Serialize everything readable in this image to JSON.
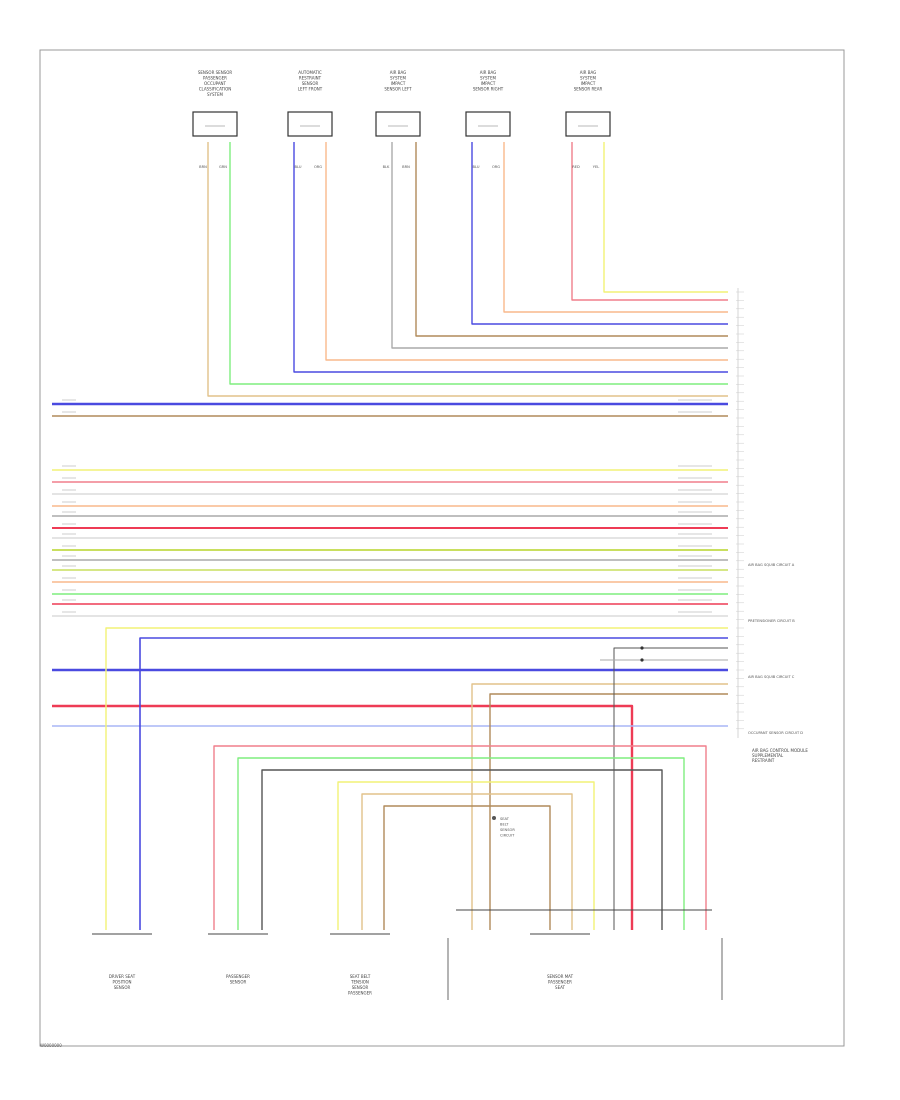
{
  "diagram": {
    "footer_code": "W0000000",
    "colors": {
      "yel": "#f2f276",
      "pnk": "#f07f8c",
      "red": "#ee3b55",
      "org": "#f9b98b",
      "blu": "#4a4ae0",
      "lt_blu": "#a9b6f5",
      "grn": "#7fee7f",
      "lt_grn": "#c7f4a5",
      "brn": "#b08a5a",
      "tan": "#e2c28a",
      "gry": "#aaaaaa",
      "dk_gry": "#555555",
      "wht": "#dcdcdc",
      "yel_grn": "#c9df5f",
      "frame": "#999999"
    },
    "top_components": [
      {
        "id": "comp-1",
        "caption_lines": [
          "SENSOR SENSOR",
          "PASSENGER",
          "OCCUPANT",
          "CLASSIFICATION",
          "SYSTEM"
        ],
        "wire_labels": [
          "BRN",
          "GRN"
        ]
      },
      {
        "id": "comp-2",
        "caption_lines": [
          "AUTOMATIC",
          "RESTRAINT",
          "SENSOR",
          "LEFT FRONT"
        ],
        "wire_labels": [
          "BLU",
          "ORG"
        ]
      },
      {
        "id": "comp-3",
        "caption_lines": [
          "AIR BAG",
          "SYSTEM",
          "IMPACT",
          "SENSOR LEFT"
        ],
        "wire_labels": [
          "BLK",
          "BRN"
        ]
      },
      {
        "id": "comp-4",
        "caption_lines": [
          "AIR BAG",
          "SYSTEM",
          "IMPACT",
          "SENSOR RIGHT"
        ],
        "wire_labels": [
          "BLU",
          "ORG"
        ]
      },
      {
        "id": "comp-5",
        "caption_lines": [
          "AIR BAG",
          "SYSTEM",
          "IMPACT",
          "SENSOR REAR"
        ],
        "wire_labels": [
          "RED",
          "YEL"
        ]
      }
    ],
    "bottom_components": [
      {
        "id": "bcomp-1",
        "caption_lines": [
          "DRIVER SEAT",
          "POSITION",
          "SENSOR"
        ]
      },
      {
        "id": "bcomp-2",
        "caption_lines": [
          "PASSENGER",
          "SENSOR"
        ]
      },
      {
        "id": "bcomp-3",
        "caption_lines": [
          "SEAT BELT",
          "TENSION",
          "SENSOR",
          "PASSENGER"
        ]
      },
      {
        "id": "bcomp-4",
        "caption_lines": [
          "SENSOR MAT",
          "PASSENGER",
          "SEAT"
        ]
      }
    ],
    "module_caption_lines": [
      "AIR BAG CONTROL MODULE",
      "SUPPLEMENTAL",
      "RESTRAINT"
    ],
    "side_notes": [
      "AIR BAG SQUIB CIRCUIT A",
      "PRETENSIONER CIRCUIT B",
      "AIR BAG SQUIB CIRCUIT C",
      "OCCUPANT SENSOR CIRCUIT D"
    ],
    "splice_note_lines": [
      "SEAT",
      "BELT",
      "SENSOR",
      "CIRCUIT"
    ]
  }
}
